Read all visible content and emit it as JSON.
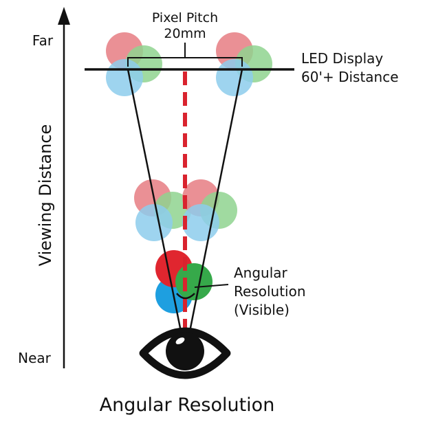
{
  "axis": {
    "far_label": "Far",
    "near_label": "Near",
    "title": "Viewing Distance"
  },
  "pitch": {
    "line1": "Pixel Pitch",
    "line2": "20mm"
  },
  "display": {
    "line1": "LED Display",
    "line2": "60'+ Distance"
  },
  "angular": {
    "line1": "Angular",
    "line2": "Resolution",
    "line3": "(Visible)"
  },
  "caption": "Angular Resolution",
  "colors": {
    "red": "#e0262f",
    "green": "#36a94a",
    "blue": "#1e9fe0",
    "red_faded": "#e8848a",
    "green_faded": "#8fd48f",
    "blue_faded": "#8dcdec",
    "center_line": "#d9232e",
    "ink": "#111111"
  },
  "icons": {
    "eye": "eye-icon",
    "pixel_cluster": "rgb-pixel-icon"
  }
}
